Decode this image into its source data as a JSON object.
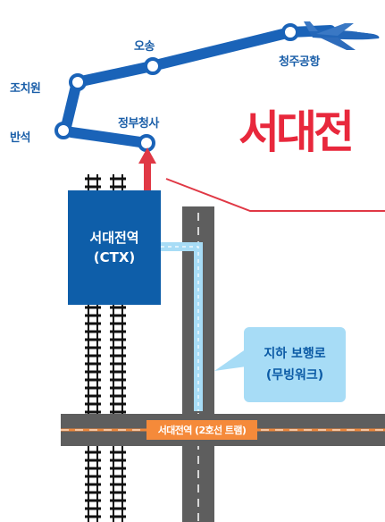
{
  "stations": {
    "bangseok": "반석",
    "jochiwon": "조치원",
    "osong": "오송",
    "cheongju_airport": "청주공항",
    "government_complex": "정부청사"
  },
  "headline": "서대전",
  "seodaejeon_station": {
    "line1": "서대전역",
    "line2": "(CTX)"
  },
  "walkway_callout": {
    "line1": "지하 보행로",
    "line2": "(무빙워크)"
  },
  "tram_station_label": "서대전역 (2호선 트램)",
  "colors": {
    "ctx_line": "#1a63b8",
    "station_box": "#0e5ea9",
    "headline_red": "#e8283c",
    "connector_red": "#e03845",
    "walkway": "#a7dcf6",
    "road": "#5c5c5c",
    "tram_orange": "#f58a3a"
  },
  "icons": [
    "airplane-icon",
    "double-arrow-icon",
    "railway-track-icon"
  ]
}
